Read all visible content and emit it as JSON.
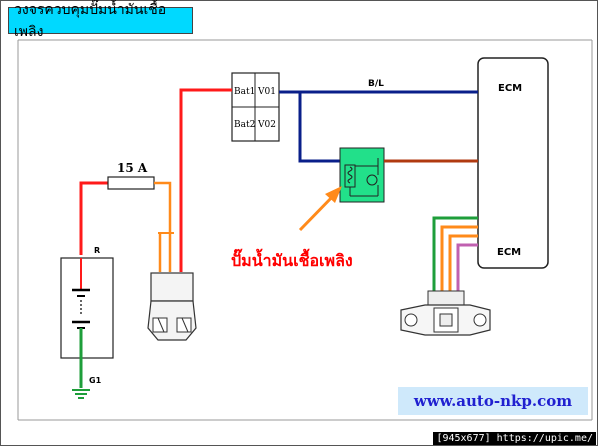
{
  "title": "วงจรควบคุมปั๊มน้ำมันเชื้อเพลิง",
  "fuse_label": "15 A",
  "battery": {
    "pos_label": "R",
    "ground_label": "G1"
  },
  "ecu_box": {
    "bat1": "Bat1",
    "v01": "V01",
    "bat2": "Bat2",
    "v02": "V02"
  },
  "wire_label": "B/L",
  "ecm_label": "ECM",
  "pump_label": "ปั๊มน้ำมันเชื้อเพลิง",
  "website": "www.auto-nkp.com",
  "footer": "[945x677] https://upic.me/",
  "colors": {
    "red_wire": "#ff1a1a",
    "orange_wire": "#ff8a1a",
    "navy_wire": "#0a1f8a",
    "brown_wire": "#b03a10",
    "green_wire": "#1e9e3a",
    "pink_wire": "#c060b0",
    "pump_fill": "#22e08a",
    "title_bg": "#00d9ff",
    "pump_text": "#ff0000"
  }
}
